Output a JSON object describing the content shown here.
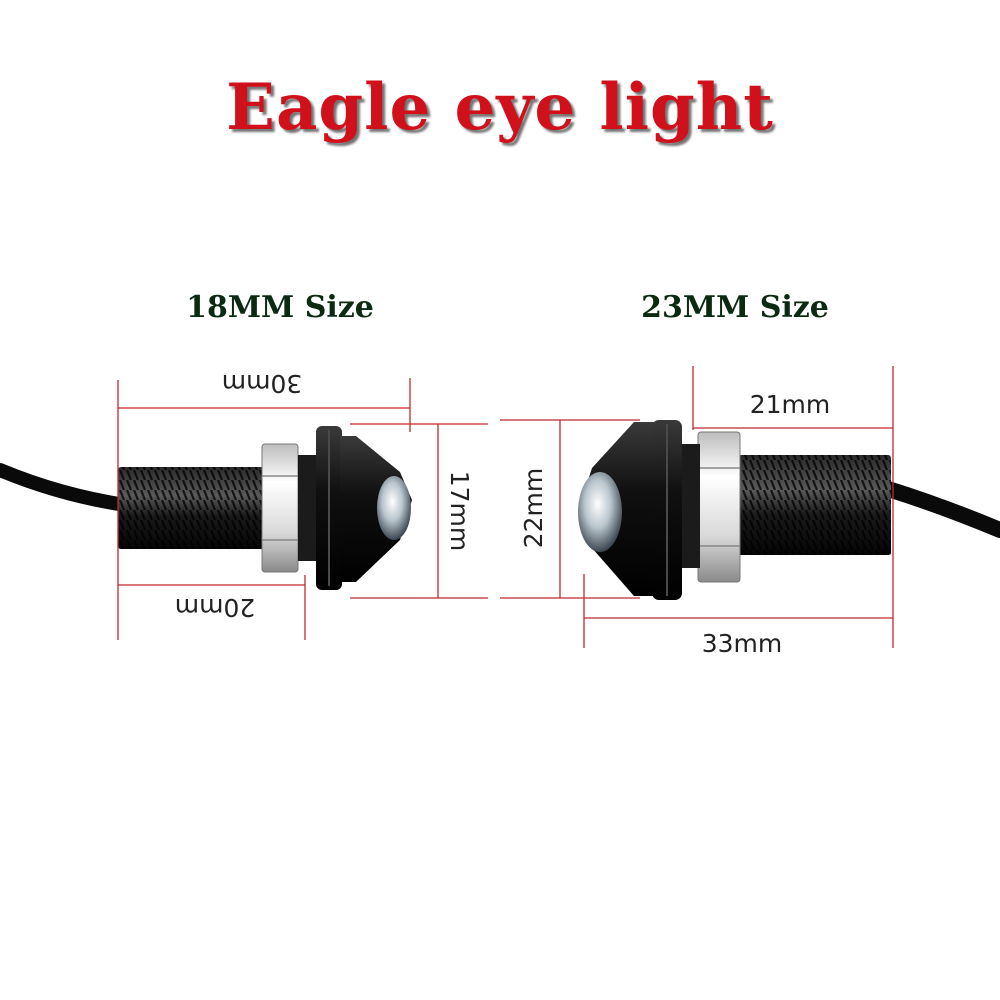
{
  "title": "Eagle eye light",
  "colors": {
    "title": "#d0101a",
    "section_label": "#0c2a12",
    "dimension_line": "#c0282e",
    "body": "#111111",
    "nut": "#e6e6e6"
  },
  "lights": [
    {
      "label": "18MM Size",
      "orientation": "lens-right",
      "dimensions": {
        "overall_length": "30mm",
        "thread_length": "20mm",
        "head_diameter": "17mm"
      }
    },
    {
      "label": "23MM Size",
      "orientation": "lens-left",
      "dimensions": {
        "thread_length": "21mm",
        "overall_length": "33mm",
        "head_diameter": "22mm"
      }
    }
  ]
}
